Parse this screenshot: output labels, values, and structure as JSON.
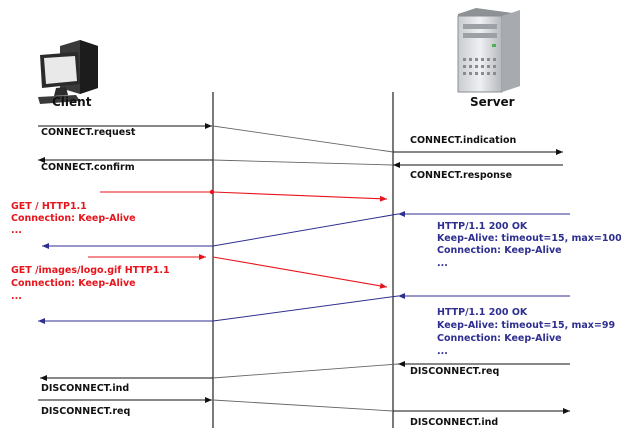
{
  "actors": {
    "client": "Client",
    "server": "Server"
  },
  "colors": {
    "black": "#111111",
    "red": "#e8141b",
    "blue": "#2e2f8f",
    "lifeline": "#222222"
  },
  "icons": {
    "client": "desktop-computer-icon",
    "server": "server-tower-icon"
  },
  "messages": {
    "connect_request": "CONNECT.request",
    "connect_indication": "CONNECT.indication",
    "connect_confirm": "CONNECT.confirm",
    "connect_response": "CONNECT.response",
    "get1_line1": "GET / HTTP1.1",
    "get1_line2": "Connection: Keep-Alive",
    "get1_line3": "...",
    "resp1_line1": "HTTP/1.1 200 OK",
    "resp1_line2": "Keep-Alive: timeout=15, max=100",
    "resp1_line3": "Connection: Keep-Alive",
    "resp1_line4": "...",
    "get2_line1": "GET /images/logo.gif HTTP1.1",
    "get2_line2": "Connection: Keep-Alive",
    "get2_line3": "...",
    "resp2_line1": "HTTP/1.1 200 OK",
    "resp2_line2": "Keep-Alive: timeout=15, max=99",
    "resp2_line3": "Connection: Keep-Alive",
    "resp2_line4": "...",
    "disconnect_req_server": "DISCONNECT.req",
    "disconnect_ind_client": "DISCONNECT.ind",
    "disconnect_req_client": "DISCONNECT.req",
    "disconnect_ind_server": "DISCONNECT.ind"
  }
}
